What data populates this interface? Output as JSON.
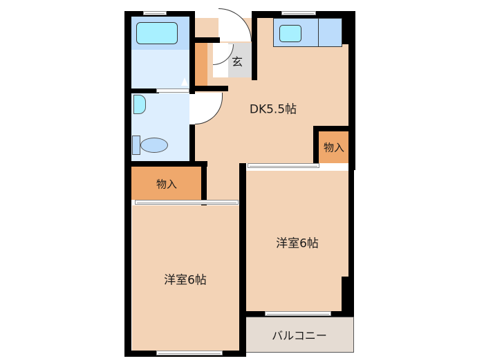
{
  "floor_plan": {
    "colors": {
      "wall": "#000000",
      "room_floor": "#f3d3b6",
      "storage": "#efa86c",
      "wet_area": "#ddeefe",
      "bath_tub": "#a8f0ff",
      "fixture": "#bcdcfb",
      "entrance": "#dcdcdc",
      "balcony": "#e5dcd3"
    },
    "rooms": {
      "dk": {
        "label": "DK5.5帖"
      },
      "western_room_left": {
        "label": "洋室6帖"
      },
      "western_room_right": {
        "label": "洋室6帖"
      },
      "storage_left": {
        "label": "物入"
      },
      "storage_right": {
        "label": "物入"
      },
      "entrance": {
        "label": "玄"
      },
      "balcony": {
        "label": "バルコニー"
      },
      "bathroom": {
        "label": ""
      },
      "toilet": {
        "label": ""
      }
    }
  }
}
